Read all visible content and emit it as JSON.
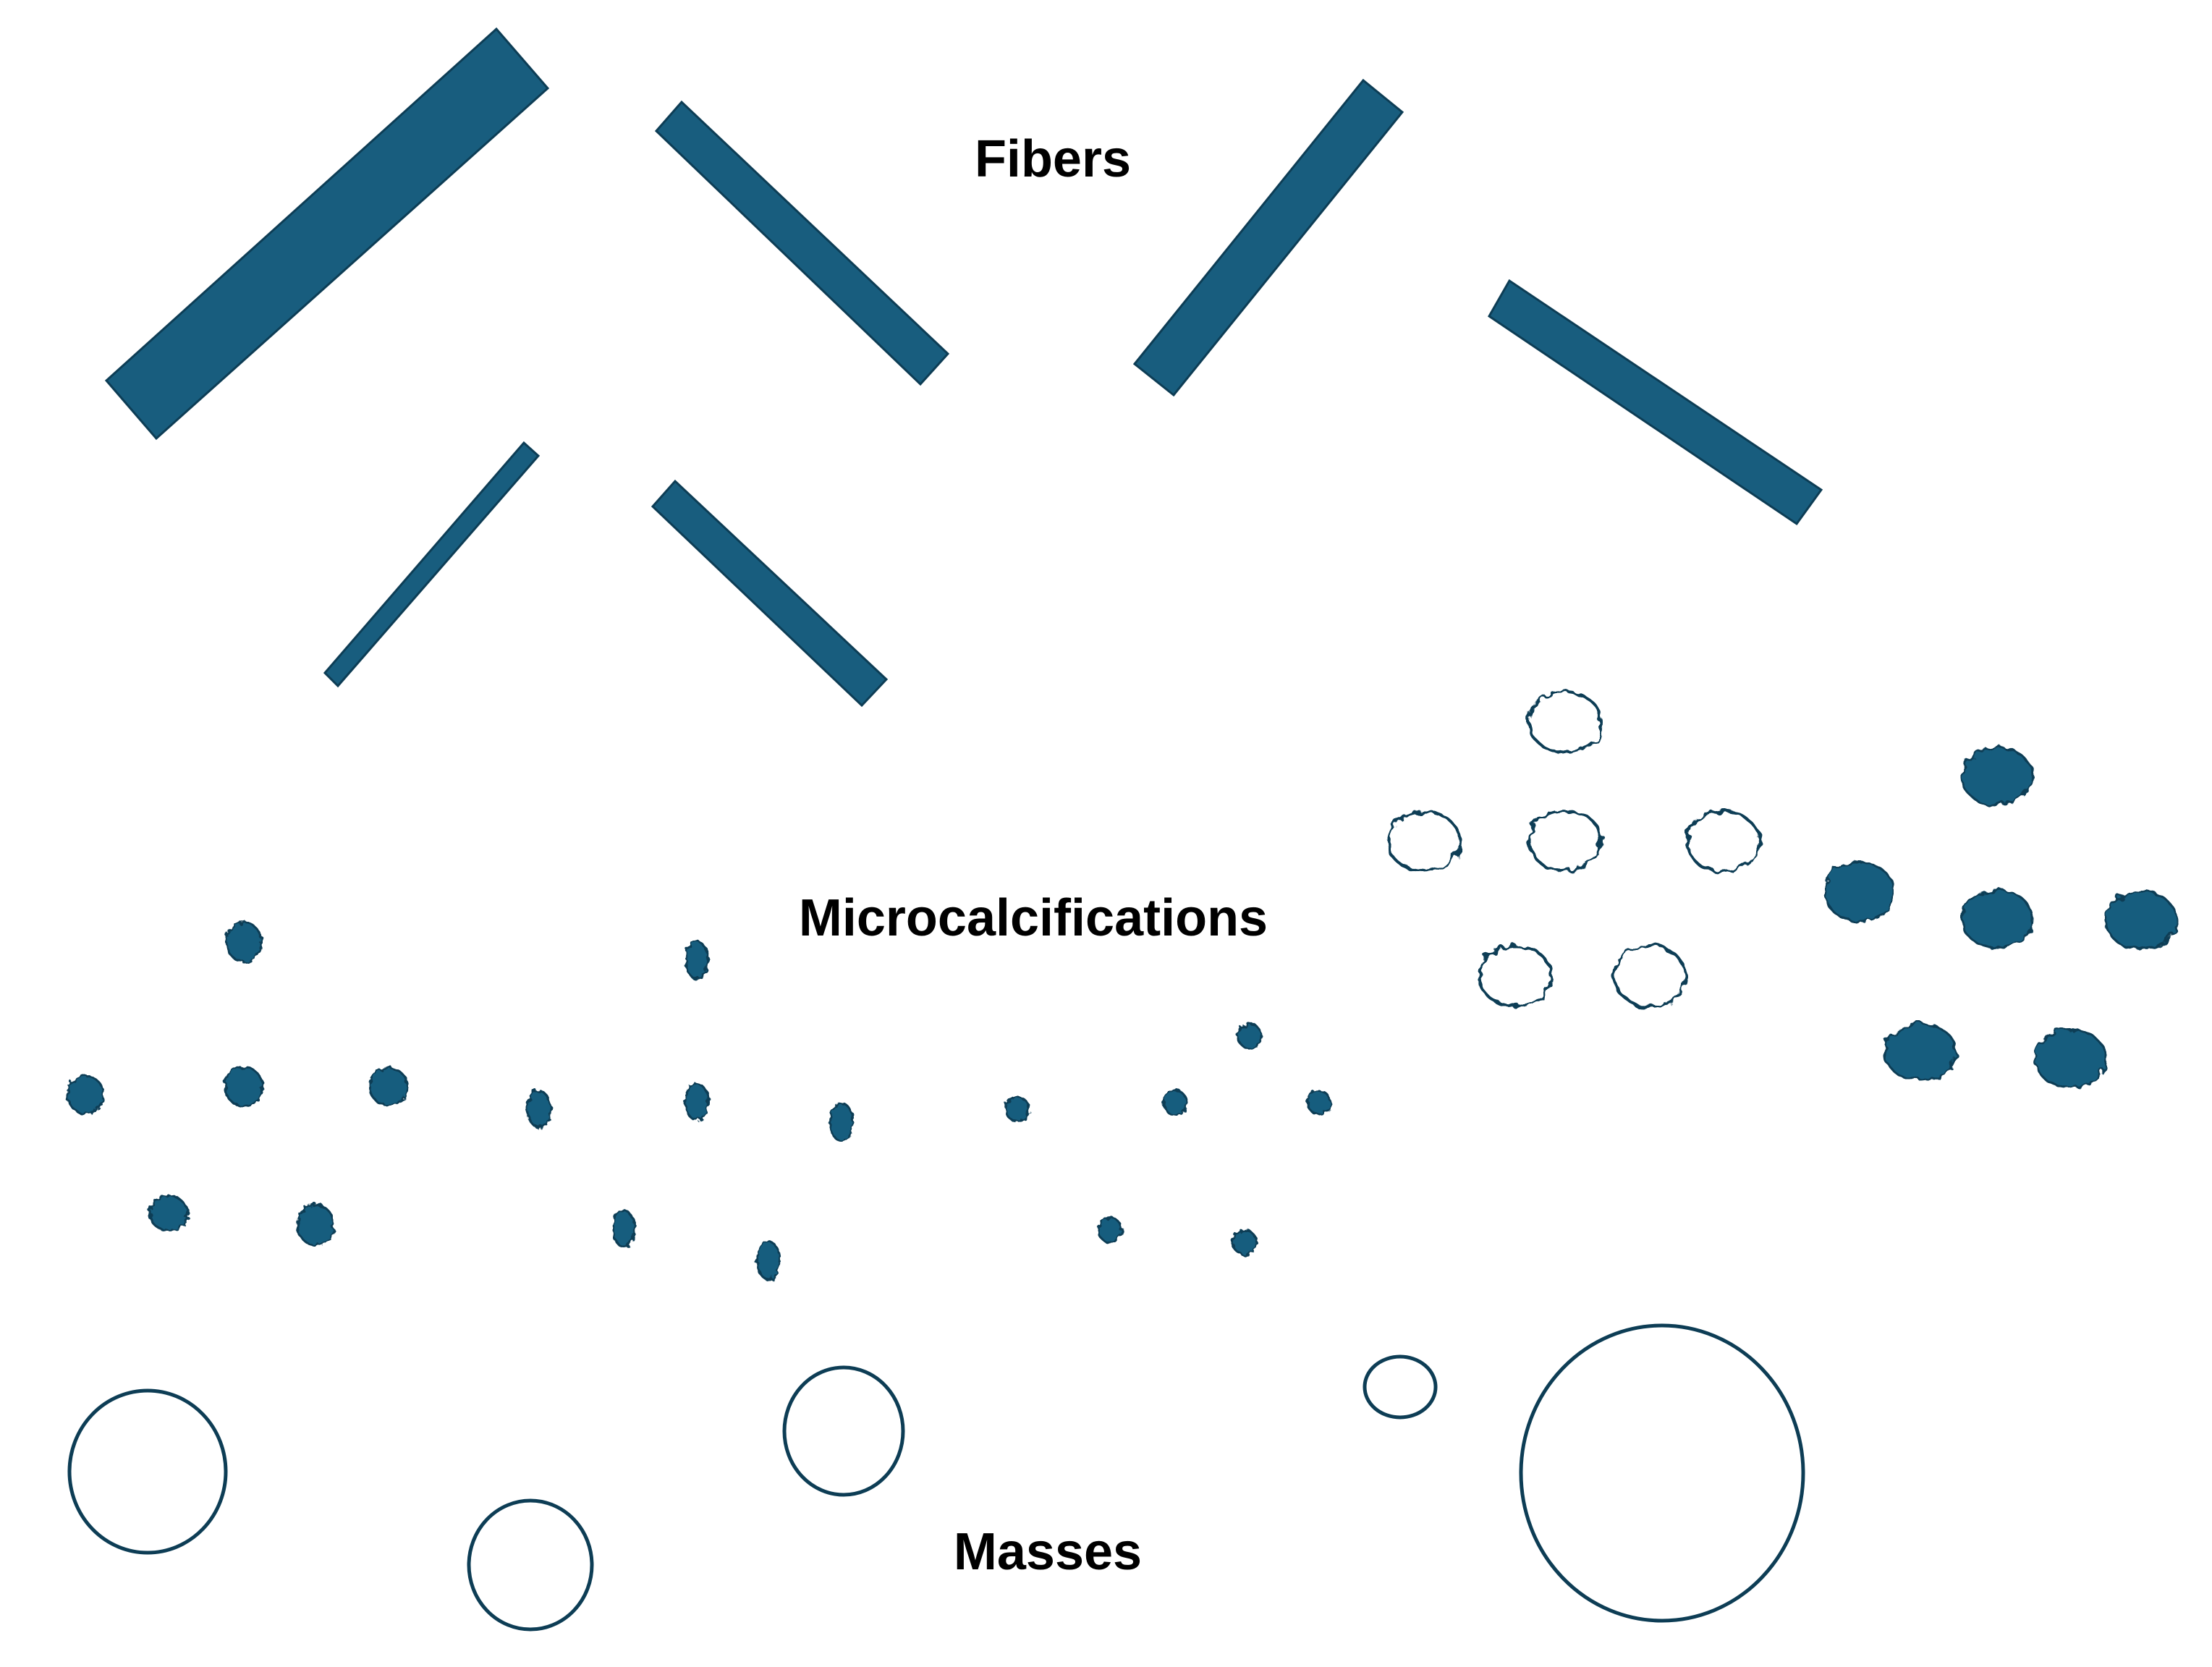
{
  "labels": {
    "fibers": "Fibers",
    "microcalcifications": "Microcalcifications",
    "masses": "Masses"
  },
  "colors": {
    "shape_fill": "#185d7e",
    "shape_stroke": "#0d3d55",
    "background": "#ffffff",
    "text": "#000000"
  }
}
